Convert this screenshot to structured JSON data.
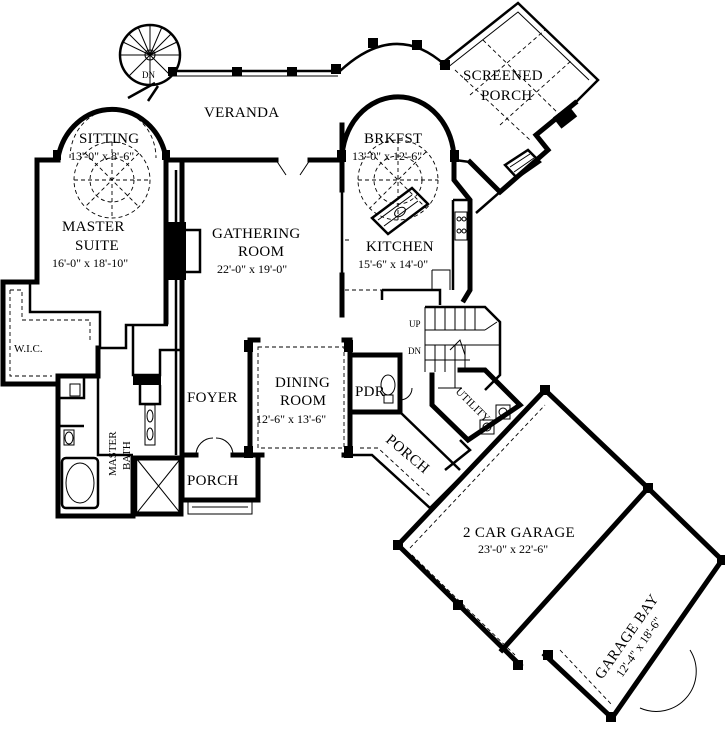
{
  "rooms": {
    "veranda": {
      "name": "VERANDA"
    },
    "sitting": {
      "name": "SITTING",
      "dims": "13'-0\" x 8'-6\""
    },
    "master_suite": {
      "name_line1": "MASTER",
      "name_line2": "SUITE",
      "dims": "16'-0\" x 18'-10\""
    },
    "gathering": {
      "name_line1": "GATHERING",
      "name_line2": "ROOM",
      "dims": "22'-0\" x 19'-0\""
    },
    "brkfst": {
      "name": "BRKFST",
      "dims": "13'-0\" x 12'-6\""
    },
    "screened_porch": {
      "name_line1": "SCREENED",
      "name_line2": "PORCH"
    },
    "kitchen": {
      "name": "KITCHEN",
      "dims": "15'-6\" x 14'-0\""
    },
    "wic": {
      "name": "W.I.C."
    },
    "foyer": {
      "name": "FOYER"
    },
    "dining": {
      "name_line1": "DINING",
      "name_line2": "ROOM",
      "dims": "12'-6\" x 13'-6\""
    },
    "pdr": {
      "name": "PDR"
    },
    "utility": {
      "name": "UTILITY"
    },
    "master_bath": {
      "name_line1": "MASTER",
      "name_line2": "BATH"
    },
    "porch_front": {
      "name": "PORCH"
    },
    "porch_side": {
      "name": "PORCH"
    },
    "garage": {
      "name": "2 CAR GARAGE",
      "dims": "23'-0\" x 22'-6\""
    },
    "garage_bay": {
      "name": "GARAGE BAY",
      "dims": "12'-4\" x 18'-6\""
    }
  },
  "stairs": {
    "dn_top": "DN",
    "up": "UP",
    "dn": "DN"
  }
}
